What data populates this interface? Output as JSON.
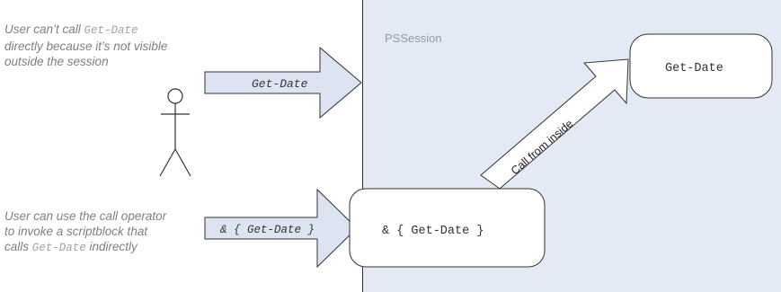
{
  "session": {
    "label": "PSSession"
  },
  "caption_top": {
    "line1_prefix": "User can’t call ",
    "line1_code": "Get-Date",
    "line2": "directly because it’s not visible",
    "line3": "outside the session"
  },
  "caption_bottom": {
    "line1": "User can use the call operator",
    "line2": "to invoke a scriptblock that",
    "line3_prefix": "calls ",
    "line3_code": "Get-Date",
    "line3_suffix": " indirectly"
  },
  "arrow_top": {
    "label": "Get-Date"
  },
  "arrow_bottom": {
    "label": "& { Get-Date }"
  },
  "box_inside": {
    "label": "Get-Date"
  },
  "box_call": {
    "label": "& { Get-Date }"
  },
  "diagonal_arrow": {
    "label": "Call from inside"
  },
  "colors": {
    "session_fill": "#e3eaf6",
    "arrow_fill": "#dde4f1",
    "stroke": "#333333",
    "caption_text": "#7f7f7f",
    "code_text": "#a3a3a3"
  }
}
